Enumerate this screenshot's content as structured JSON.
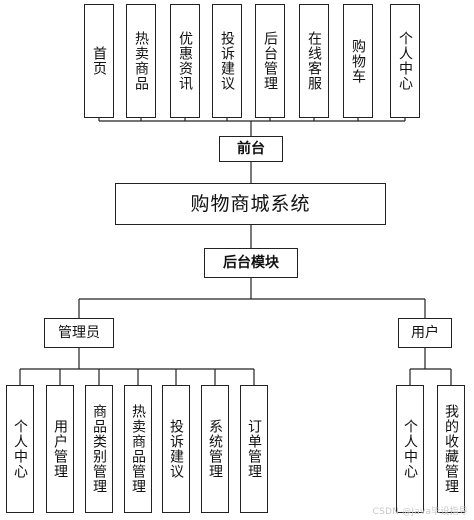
{
  "diagram": {
    "root_label": "购物商城系统",
    "frontend": {
      "label": "前台",
      "modules": [
        "首页",
        "热卖商品",
        "优惠资讯",
        "投诉建议",
        "后台管理",
        "在线客服",
        "购物车",
        "个人中心"
      ]
    },
    "backend": {
      "label": "后台模块",
      "admin": {
        "label": "管理员",
        "modules": [
          "个人中心",
          "用户管理",
          "商品类别管理",
          "热卖商品管理",
          "投诉建议",
          "系统管理",
          "订单管理"
        ]
      },
      "user": {
        "label": "用户",
        "modules": [
          "个人中心",
          "我的收藏管理"
        ]
      }
    }
  },
  "watermark": "CSDN @Java毕设指导"
}
